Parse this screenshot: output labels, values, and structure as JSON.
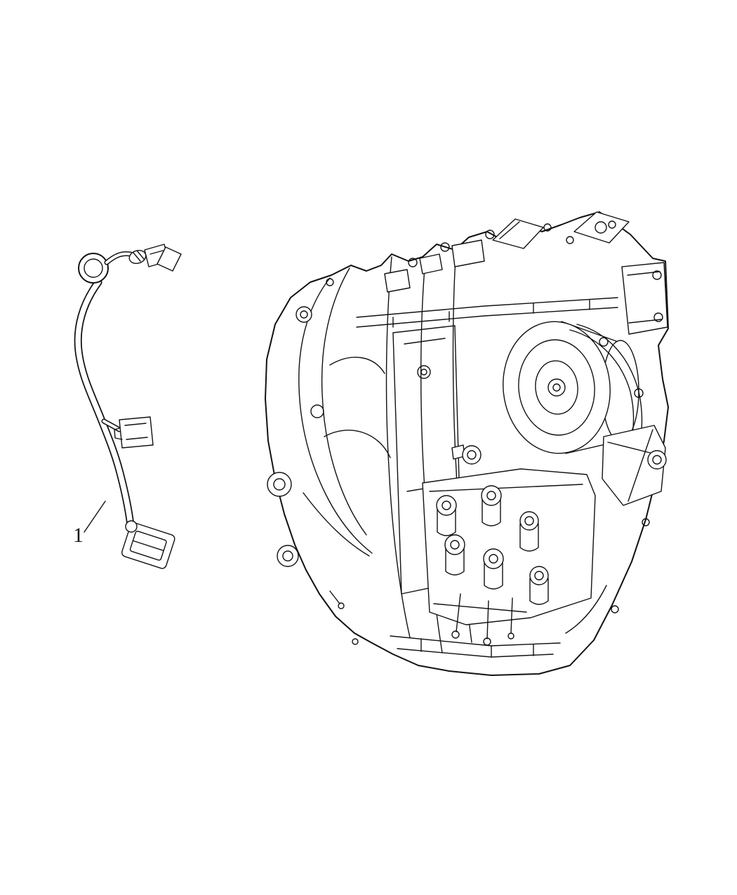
{
  "page": {
    "background": "#ffffff",
    "line_color": "#111111"
  },
  "diagram": {
    "type": "parts-line-illustration",
    "callout": {
      "label": "1",
      "target_part": "wiring-harness"
    },
    "parts": [
      "wiring-harness",
      "transaxle-assembly"
    ]
  }
}
